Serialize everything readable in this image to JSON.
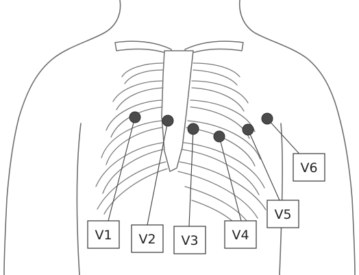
{
  "diagram": {
    "labels": {
      "v1": "V1",
      "v2": "V2",
      "v3": "V3",
      "v4": "V4",
      "v5": "V5",
      "v6": "V6"
    },
    "colors": {
      "electrode": "#4b4b4b",
      "outline": "#6e6e6e"
    }
  }
}
